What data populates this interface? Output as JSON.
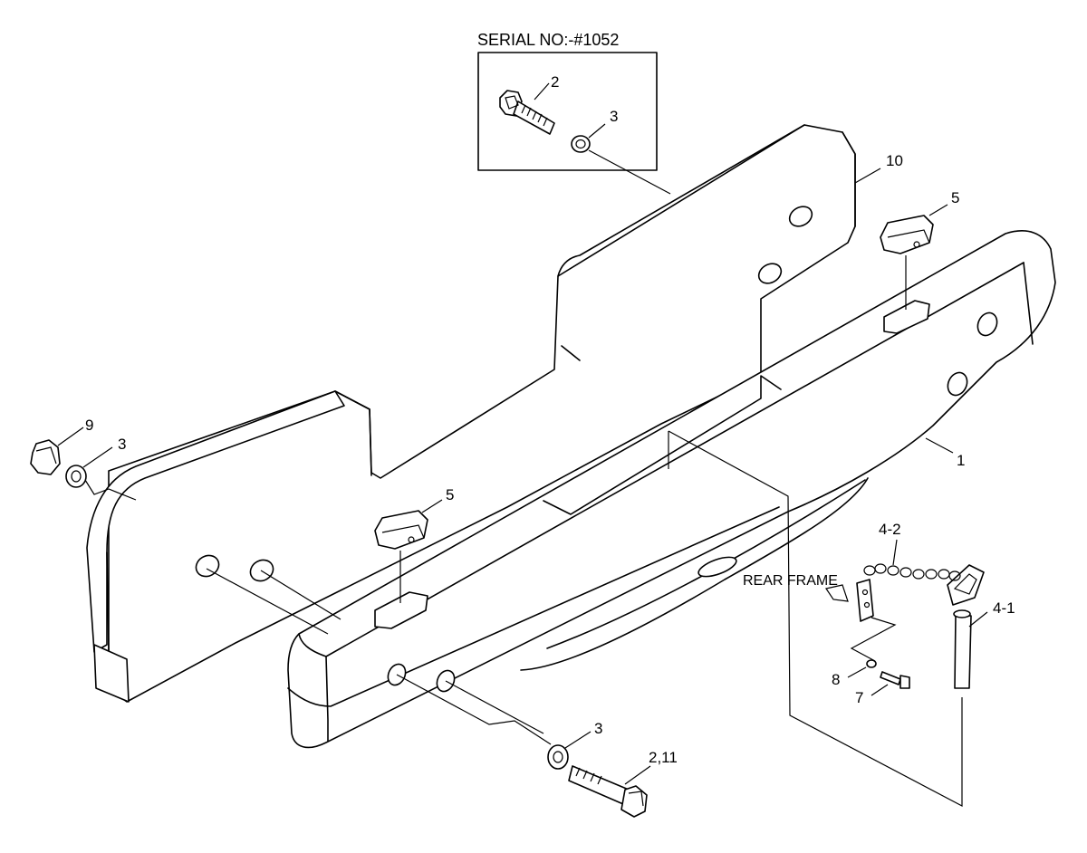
{
  "diagram": {
    "serial_note": "SERIAL NO:-#1052",
    "rear_frame_label": "REAR FRAME",
    "callouts": {
      "inset_bolt": "2",
      "inset_washer": "3",
      "counterweight": "10",
      "plug_right": "5",
      "plug_left": "5",
      "nut": "9",
      "washer_left": "3",
      "frame": "1",
      "chain": "4-2",
      "pin": "4-1",
      "small_washer": "8",
      "small_bolt": "7",
      "washer_bottom": "3",
      "bolt_bottom": "2,11"
    }
  }
}
